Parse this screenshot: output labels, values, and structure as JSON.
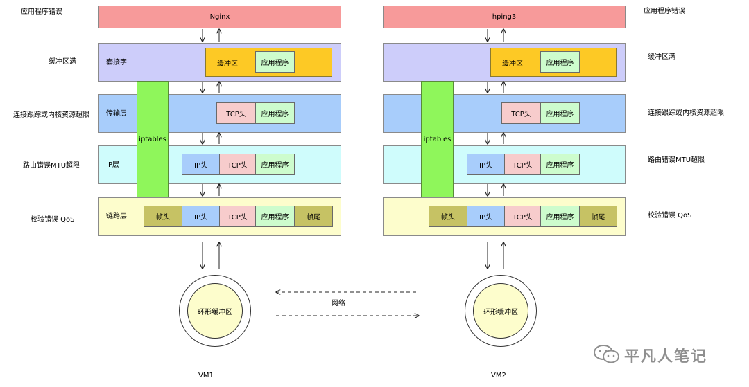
{
  "left_labels": {
    "app_error": "应用程序错误",
    "buffer_full": "缓冲区满",
    "conntrack": "连接跟踪或内核资源超限",
    "route_mtu": "路由错误MTU超限",
    "checksum_qos": "校验错误 QoS"
  },
  "right_labels": {
    "app_error": "应用程序错误",
    "buffer_full": "缓冲区满",
    "conntrack": "连接跟踪或内核资源超限",
    "route_mtu": "路由错误MTU超限",
    "checksum_qos": "校验错误 QoS"
  },
  "vm1": {
    "app": "Nginx",
    "socket_layer": "套接字",
    "buffer": "缓冲区",
    "transport_layer": "传输层",
    "ip_layer": "IP层",
    "link_layer": "链路层",
    "iptables": "iptables",
    "cells": {
      "app": "应用程序",
      "tcp": "TCP头",
      "ip": "IP头",
      "frame_head": "帧头",
      "frame_tail": "帧尾"
    },
    "ring": "环形缓冲区",
    "label": "VM1"
  },
  "vm2": {
    "app": "hping3",
    "buffer": "缓冲区",
    "iptables": "iptables",
    "cells": {
      "app": "应用程序",
      "tcp": "TCP头",
      "ip": "IP头",
      "frame_head": "帧头",
      "frame_tail": "帧尾"
    },
    "ring": "环形缓冲区",
    "label": "VM2"
  },
  "network": "网络",
  "watermark": "平凡人笔记",
  "colors": {
    "app_layer": "#f79a9a",
    "socket_layer": "#cdcdfa",
    "transport_layer": "#a8cdfb",
    "ip_layer": "#cffcfc",
    "link_layer": "#fdfdcc",
    "buffer": "#fdc925",
    "app_cell": "#cdfccd",
    "tcp_cell": "#f7cccc",
    "ip_cell": "#a8cdfb",
    "frame_cell": "#c6c264",
    "iptables": "#8ff65b"
  }
}
